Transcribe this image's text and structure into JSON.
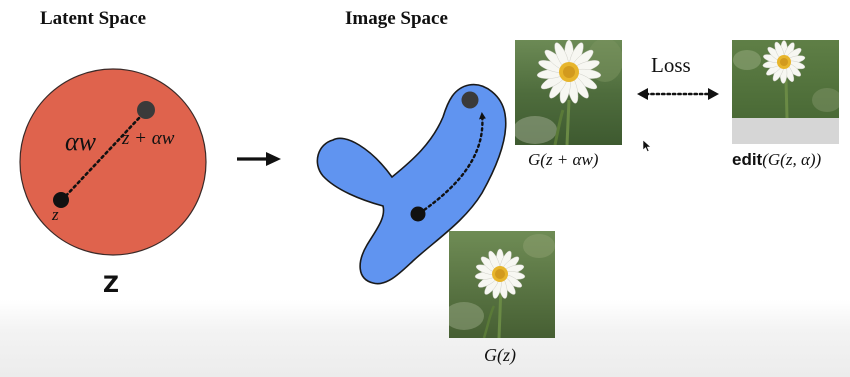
{
  "headings": {
    "latent": "Latent Space",
    "image": "Image Space"
  },
  "latent": {
    "space_symbol": "Z",
    "point_start": "z",
    "point_end": "z + αw",
    "step": "αw",
    "circle_color": "#df634d"
  },
  "image_space": {
    "shape_color": "#6094f0"
  },
  "images": {
    "edited": "G(z + αw)",
    "original": "G(z)",
    "target_kw": "edit",
    "target_args": "(G(z, α))"
  },
  "loss": "Loss",
  "icons": {
    "arrow": "right-arrow-icon",
    "cursor": "mouse-cursor-icon"
  }
}
